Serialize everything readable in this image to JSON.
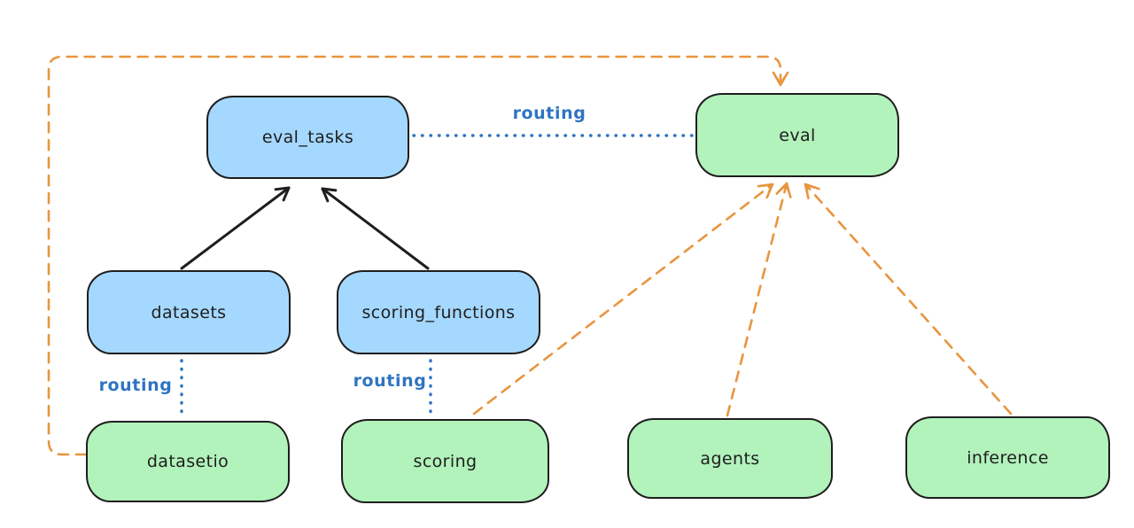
{
  "nodes": {
    "eval_tasks": {
      "label": "eval_tasks",
      "color": "blue"
    },
    "eval": {
      "label": "eval",
      "color": "green"
    },
    "datasets": {
      "label": "datasets",
      "color": "blue"
    },
    "scoring_functions": {
      "label": "scoring_functions",
      "color": "blue"
    },
    "datasetio": {
      "label": "datasetio",
      "color": "green"
    },
    "scoring": {
      "label": "scoring",
      "color": "green"
    },
    "agents": {
      "label": "agents",
      "color": "green"
    },
    "inference": {
      "label": "inference",
      "color": "green"
    }
  },
  "edges": {
    "datasets_to_eval_tasks": {
      "from": "datasets",
      "to": "eval_tasks",
      "style": "solid-black-arrow"
    },
    "scoring_functions_to_eval_tasks": {
      "from": "scoring_functions",
      "to": "eval_tasks",
      "style": "solid-black-arrow"
    },
    "eval_tasks_to_eval": {
      "from": "eval_tasks",
      "to": "eval",
      "style": "dotted-blue",
      "label": "routing"
    },
    "datasets_to_datasetio": {
      "from": "datasets",
      "to": "datasetio",
      "style": "dotted-blue",
      "label": "routing"
    },
    "scoring_functions_to_scoring": {
      "from": "scoring_functions",
      "to": "scoring",
      "style": "dotted-blue",
      "label": "routing"
    },
    "datasetio_to_eval": {
      "from": "datasetio",
      "to": "eval",
      "style": "dashed-orange-arrow"
    },
    "scoring_to_eval": {
      "from": "scoring",
      "to": "eval",
      "style": "dashed-orange-arrow"
    },
    "agents_to_eval": {
      "from": "agents",
      "to": "eval",
      "style": "dashed-orange-arrow"
    },
    "inference_to_eval": {
      "from": "inference",
      "to": "eval",
      "style": "dashed-orange-arrow"
    }
  },
  "colors": {
    "blue_fill": "#a5d8ff",
    "green_fill": "#b2f2bb",
    "stroke": "#1e1e1e",
    "routing_blue": "#2f74c1",
    "orange": "#e8953e",
    "background": "#ffffff"
  }
}
